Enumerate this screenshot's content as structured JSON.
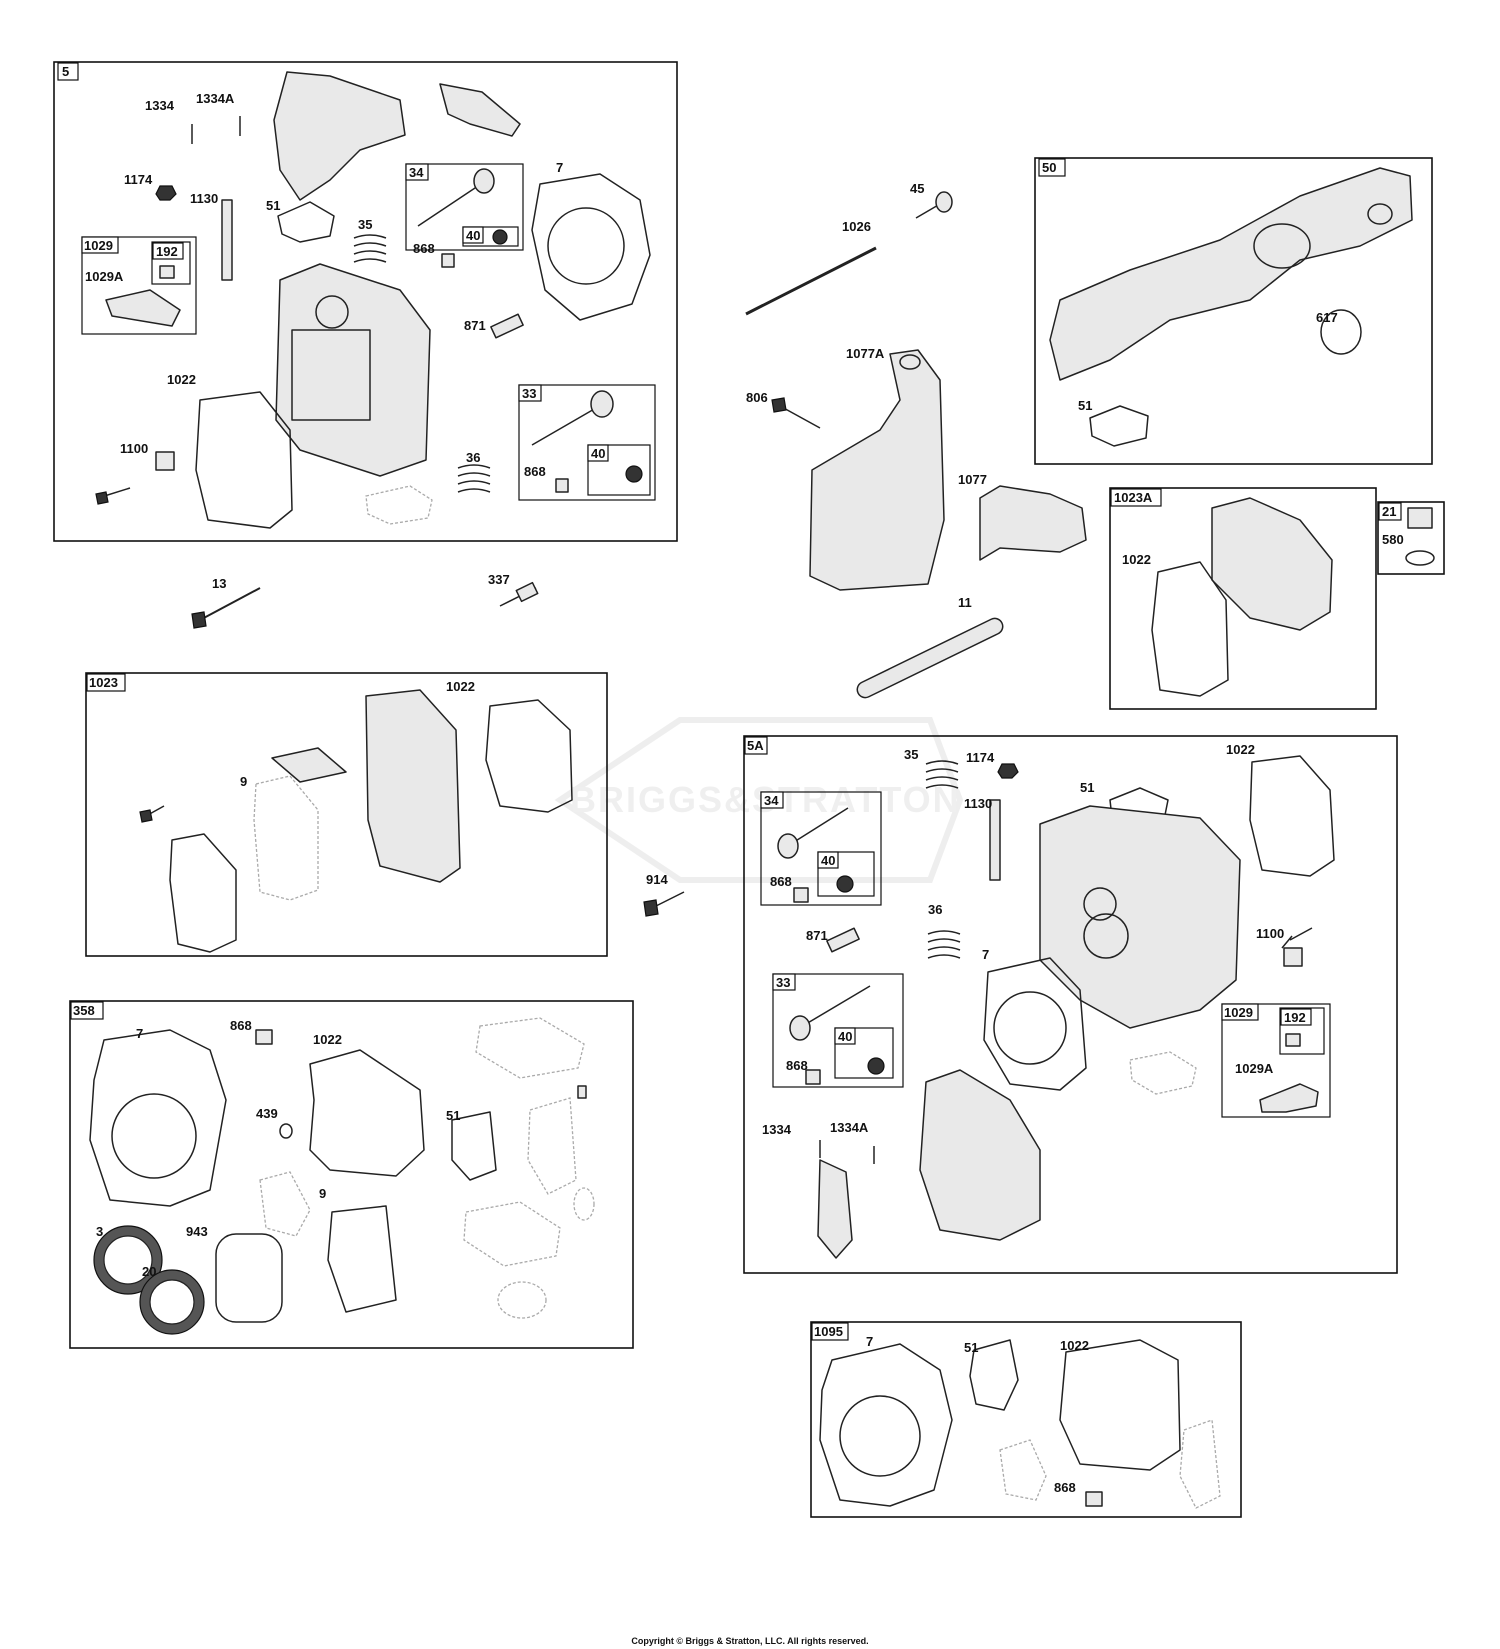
{
  "watermark": "BRIGGS&STRATTON",
  "copyright": "Copyright © Briggs & Stratton, LLC. All rights reserved.",
  "groups": {
    "g5": {
      "tag": "5",
      "sub1029": "1029",
      "sub192": "192",
      "sub34": "34",
      "sub40a": "40",
      "sub33": "33",
      "sub40b": "40"
    },
    "g50": {
      "tag": "50"
    },
    "g1023A": {
      "tag": "1023A"
    },
    "g21": {
      "tag": "21"
    },
    "g1023": {
      "tag": "1023"
    },
    "g5A": {
      "tag": "5A",
      "sub34": "34",
      "sub40a": "40",
      "sub33": "33",
      "sub40b": "40",
      "sub1029": "1029",
      "sub192": "192"
    },
    "g358": {
      "tag": "358"
    },
    "g1095": {
      "tag": "1095"
    }
  },
  "labels": {
    "g5": [
      "1334",
      "1334A",
      "1174",
      "1130",
      "51",
      "35",
      "7",
      "1029A",
      "868",
      "871",
      "1022",
      "1100",
      "36",
      "868"
    ],
    "free": [
      "45",
      "1026",
      "1077A",
      "806",
      "1077",
      "13",
      "337",
      "11",
      "914"
    ],
    "g50": [
      "617",
      "51"
    ],
    "g1023A": [
      "1022"
    ],
    "g21": [
      "580"
    ],
    "g1023": [
      "1022",
      "9"
    ],
    "g5A": [
      "35",
      "1174",
      "1022",
      "51",
      "1130",
      "868",
      "871",
      "36",
      "1100",
      "7",
      "868",
      "1029A",
      "1334",
      "1334A"
    ],
    "g358": [
      "7",
      "868",
      "1022",
      "439",
      "51",
      "9",
      "3",
      "943",
      "20"
    ],
    "g1095": [
      "7",
      "51",
      "1022",
      "868"
    ]
  }
}
